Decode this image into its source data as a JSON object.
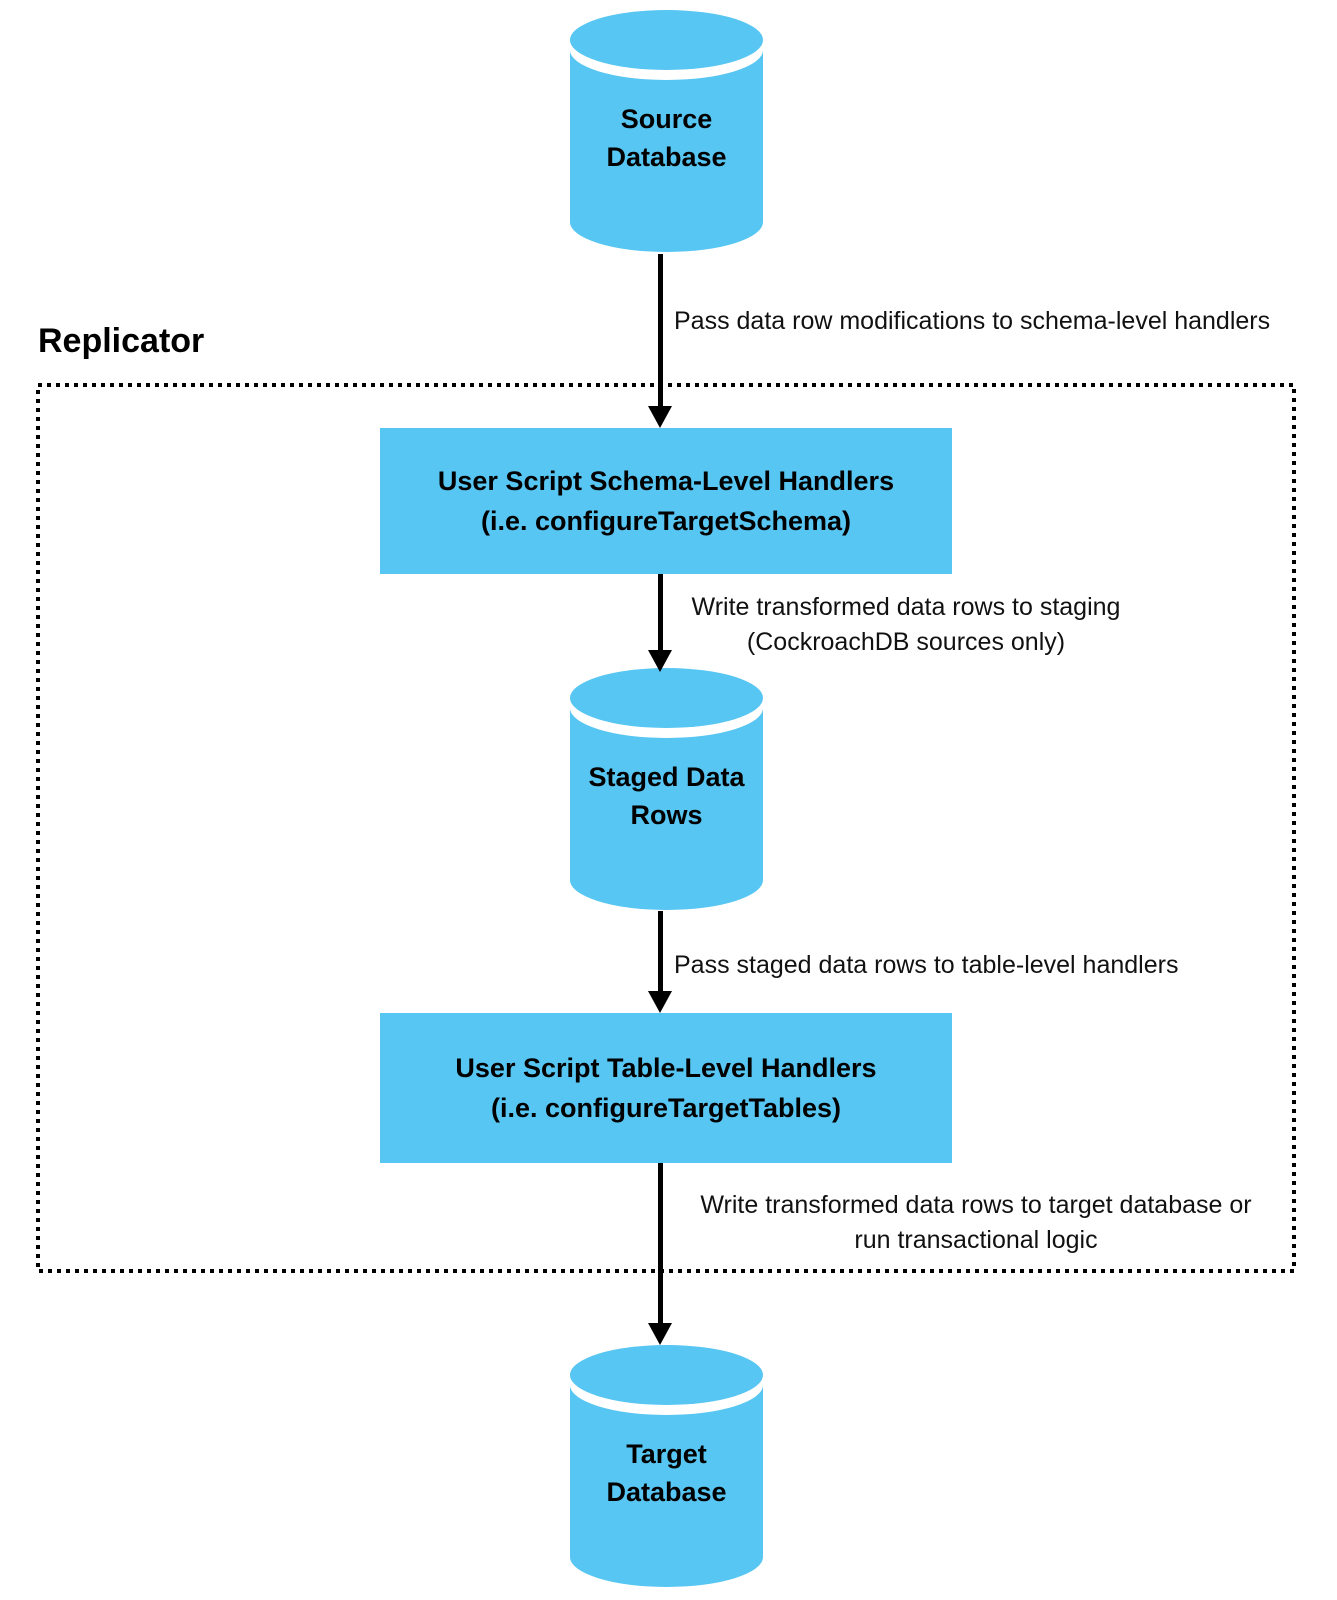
{
  "replicator": {
    "label": "Replicator"
  },
  "colors": {
    "node_fill": "#57C6F2",
    "arrow": "#000000",
    "group_border": "#000000",
    "text": "#000000",
    "background": "#FFFFFF"
  },
  "nodes": {
    "source_database": {
      "type": "cylinder",
      "label": "Source\nDatabase"
    },
    "schema_handlers": {
      "type": "box",
      "label": "User Script Schema-Level Handlers\n(i.e. configureTargetSchema)"
    },
    "staged_data_rows": {
      "type": "cylinder",
      "label": "Staged Data\nRows"
    },
    "table_handlers": {
      "type": "box",
      "label": "User Script Table-Level Handlers\n(i.e. configureTargetTables)"
    },
    "target_database": {
      "type": "cylinder",
      "label": "Target\nDatabase"
    }
  },
  "edges": [
    {
      "from": "source_database",
      "to": "schema_handlers",
      "label": "Pass data row modifications to schema-level handlers"
    },
    {
      "from": "schema_handlers",
      "to": "staged_data_rows",
      "label": "Write transformed data rows to staging\n(CockroachDB sources only)"
    },
    {
      "from": "staged_data_rows",
      "to": "table_handlers",
      "label": "Pass staged data rows to table-level handlers"
    },
    {
      "from": "table_handlers",
      "to": "target_database",
      "label": "Write transformed data rows to target database or\nrun transactional logic"
    }
  ]
}
